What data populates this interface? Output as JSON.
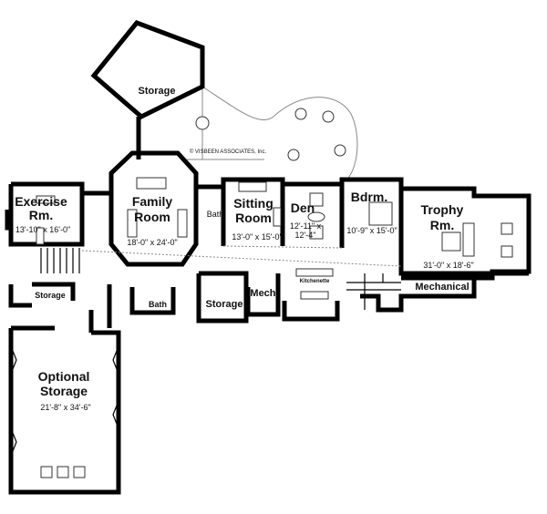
{
  "copyright": "© VISBEEN ASSOCIATES, Inc.",
  "rooms": {
    "storage_top": {
      "name": "Storage"
    },
    "exercise": {
      "name1": "Exercise",
      "name2": "Rm.",
      "dims": "13'-10\" x 16'-0\""
    },
    "family": {
      "name1": "Family",
      "name2": "Room",
      "dims": "18'-0\" x 24'-0\""
    },
    "bath1": {
      "name": "Bath"
    },
    "sitting": {
      "name1": "Sitting",
      "name2": "Room",
      "dims": "13'-0\" x 15'-0\""
    },
    "den": {
      "name": "Den",
      "dims1": "12'-11\" x",
      "dims2": "12'-4\""
    },
    "bdrm": {
      "name": "Bdrm.",
      "dims": "10'-9\" x 15'-0\""
    },
    "trophy": {
      "name1": "Trophy",
      "name2": "Rm.",
      "dims": "31'-0\" x 18'-6\""
    },
    "storage_left": {
      "name": "Storage"
    },
    "bath2": {
      "name": "Bath"
    },
    "storage_mid": {
      "name": "Storage"
    },
    "mech": {
      "name": "Mech."
    },
    "kitchenette": {
      "name": "Kitchenette"
    },
    "mechanical": {
      "name": "Mechanical"
    },
    "optional_storage": {
      "name1": "Optional",
      "name2": "Storage",
      "dims": "21'-8\" x 34'-6\""
    }
  }
}
